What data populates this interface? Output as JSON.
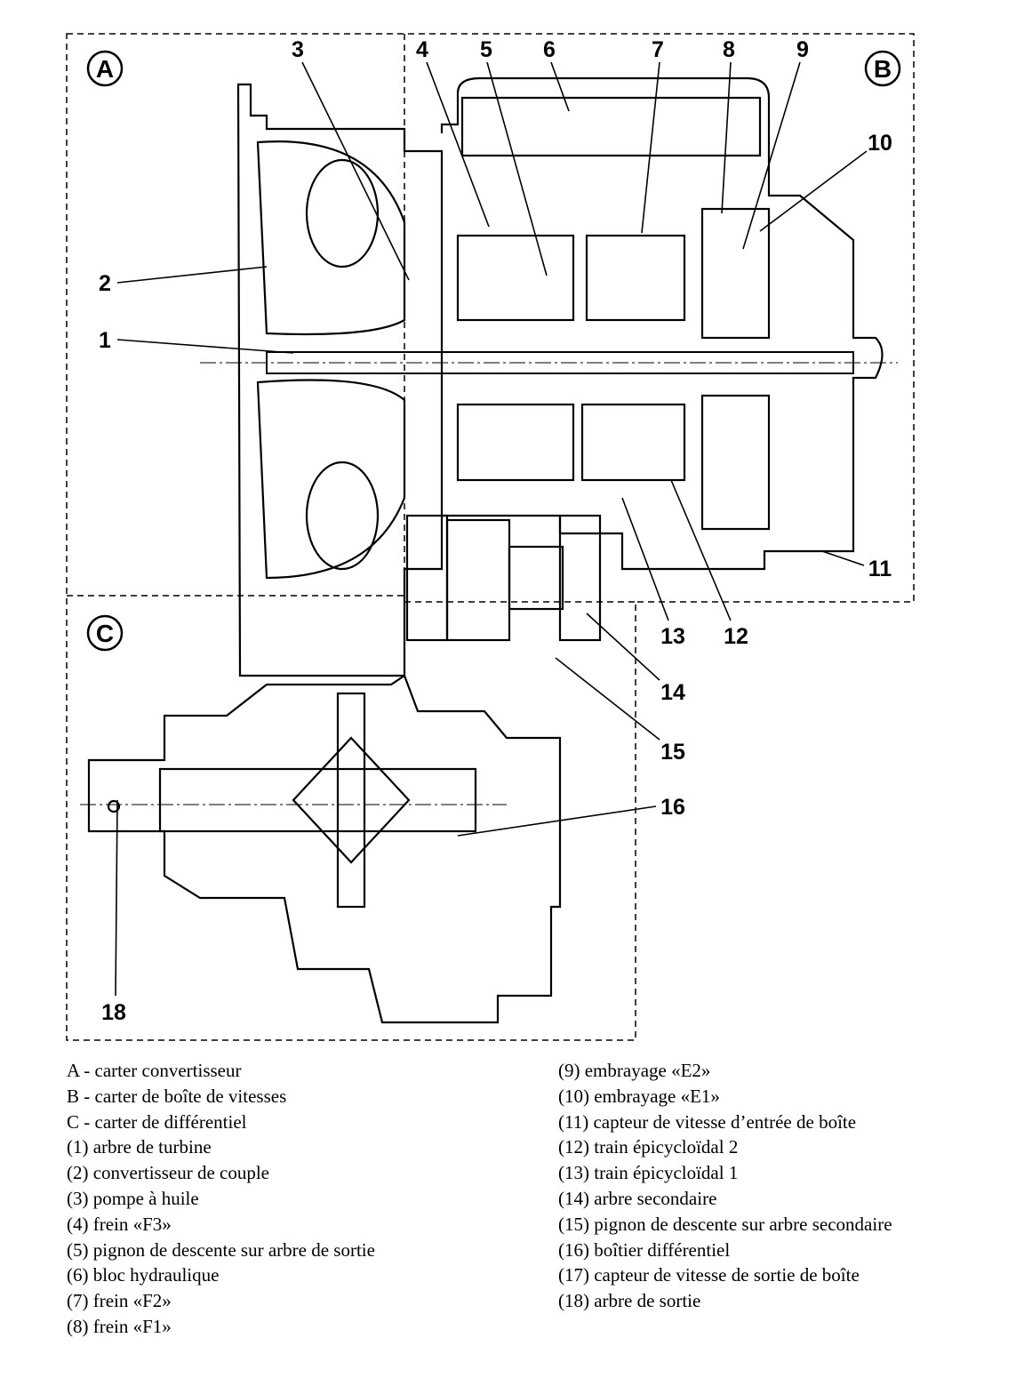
{
  "zones": [
    {
      "id": "A"
    },
    {
      "id": "B"
    },
    {
      "id": "C"
    }
  ],
  "callouts": [
    "1",
    "2",
    "3",
    "4",
    "5",
    "6",
    "7",
    "8",
    "9",
    "10",
    "11",
    "12",
    "13",
    "14",
    "15",
    "16",
    "18"
  ],
  "legend": {
    "left": [
      "A - carter convertisseur",
      "B - carter de boîte de vitesses",
      "C - carter de différentiel",
      "(1) arbre de turbine",
      "(2) convertisseur de couple",
      "(3) pompe à huile",
      "(4) frein «F3»",
      "(5) pignon de descente sur arbre de sortie",
      "(6) bloc hydraulique",
      "(7) frein «F2»",
      "(8) frein «F1»"
    ],
    "right": [
      "(9) embrayage «E2»",
      "(10) embrayage «E1»",
      "(11) capteur de vitesse d’entrée de boîte",
      "(12) train épicycloïdal 2",
      "(13) train épicycloïdal 1",
      "(14) arbre secondaire",
      "(15) pignon de descente sur arbre secondaire",
      "(16) boîtier différentiel",
      "(17) capteur de vitesse de sortie de boîte",
      "(18) arbre de sortie"
    ]
  }
}
